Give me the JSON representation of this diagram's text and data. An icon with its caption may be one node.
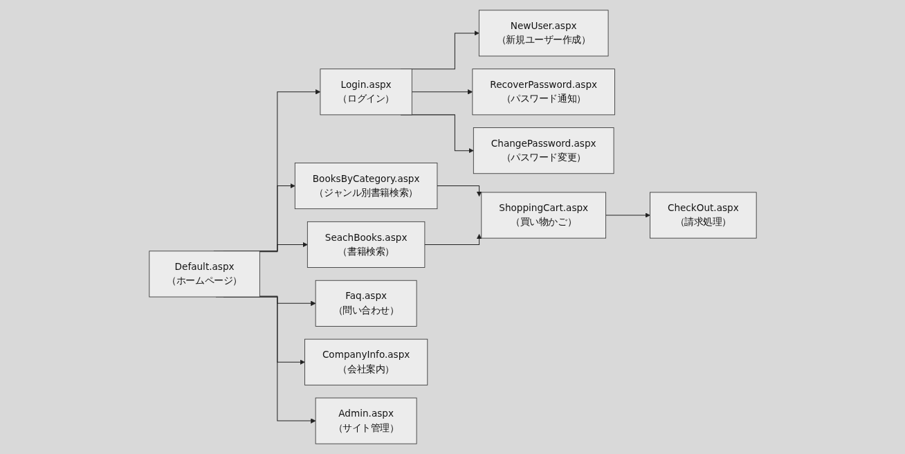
{
  "diagram": {
    "nodes": [
      {
        "text": [
          "Default.aspx",
          "（ホームページ）"
        ]
      },
      {
        "text": [
          "Login.aspx",
          "（ログイン）"
        ]
      },
      {
        "text": [
          "NewUser.aspx",
          "（新規ユーザー作成）"
        ]
      },
      {
        "text": [
          "RecoverPassword.aspx",
          "（パスワード通知）"
        ]
      },
      {
        "text": [
          "ChangePassword.aspx",
          "（パスワード変更）"
        ]
      },
      {
        "text": [
          "BooksByCategory.aspx",
          "（ジャンル別書籍検索）"
        ]
      },
      {
        "text": [
          "SeachBooks.aspx",
          "（書籍検索）"
        ]
      },
      {
        "text": [
          "ShoppingCart.aspx",
          "（買い物かご）"
        ]
      },
      {
        "text": [
          "CheckOut.aspx",
          "（請求処理）"
        ]
      },
      {
        "text": [
          "Faq.aspx",
          "（問い合わせ）"
        ]
      },
      {
        "text": [
          "CompanyInfo.aspx",
          "（会社案内）"
        ]
      },
      {
        "text": [
          "Admin.aspx",
          "（サイト管理）"
        ]
      }
    ],
    "edges": [
      {
        "from": 0,
        "to": 1,
        "arrow": "to"
      },
      {
        "from": 0,
        "to": 5,
        "arrow": "to"
      },
      {
        "from": 0,
        "to": 6,
        "arrow": "to"
      },
      {
        "from": 0,
        "to": 9,
        "arrow": "to"
      },
      {
        "from": 0,
        "to": 10,
        "arrow": "to"
      },
      {
        "from": 0,
        "to": 11,
        "arrow": "to"
      },
      {
        "from": 1,
        "to": 2,
        "arrow": "to"
      },
      {
        "from": 1,
        "to": 3,
        "arrow": "to"
      },
      {
        "from": 1,
        "to": 4,
        "arrow": "to"
      },
      {
        "from": 5,
        "to": 7,
        "arrow": "to"
      },
      {
        "from": 6,
        "to": 7,
        "arrow": "to"
      },
      {
        "from": 7,
        "to": 8,
        "arrow": "to"
      }
    ]
  }
}
